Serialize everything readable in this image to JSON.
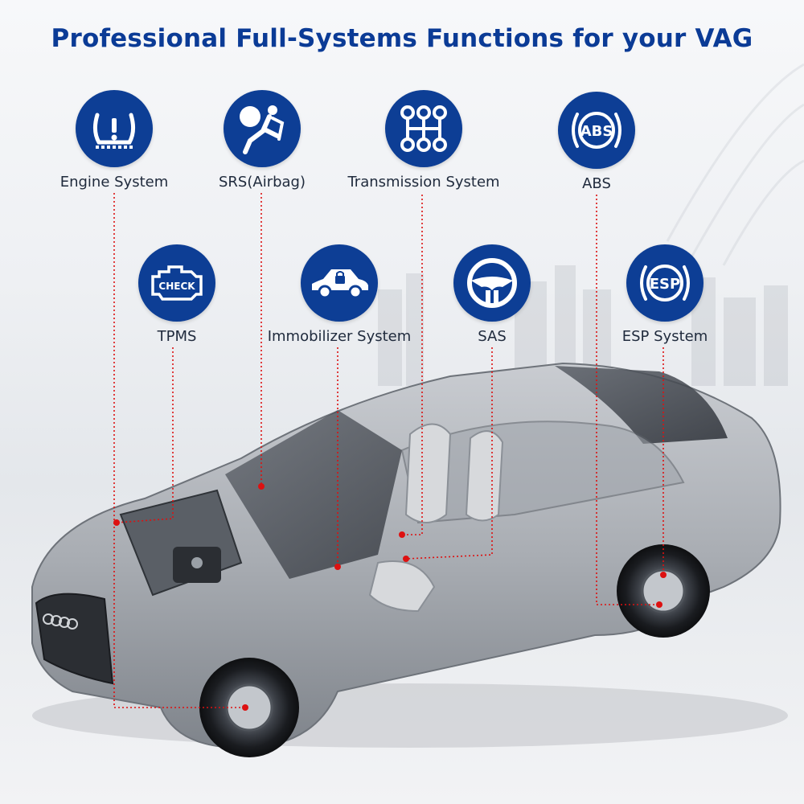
{
  "title": "Professional Full-Systems Functions for your VAG",
  "features": [
    {
      "label": "Engine System",
      "icon": "tpms-warning-icon"
    },
    {
      "label": "SRS(Airbag)",
      "icon": "airbag-icon"
    },
    {
      "label": "Transmission System",
      "icon": "gear-shift-icon"
    },
    {
      "label": "ABS",
      "icon": "abs-icon",
      "icon_text": "ABS"
    },
    {
      "label": "TPMS",
      "icon": "check-engine-icon",
      "icon_text": "CHECK"
    },
    {
      "label": "Immobilizer System",
      "icon": "car-lock-icon"
    },
    {
      "label": "SAS",
      "icon": "steering-wheel-icon"
    },
    {
      "label": "ESP System",
      "icon": "esp-icon",
      "icon_text": "ESP"
    }
  ],
  "colors": {
    "brand": "#0d3e95",
    "leader": "#dd1111"
  }
}
